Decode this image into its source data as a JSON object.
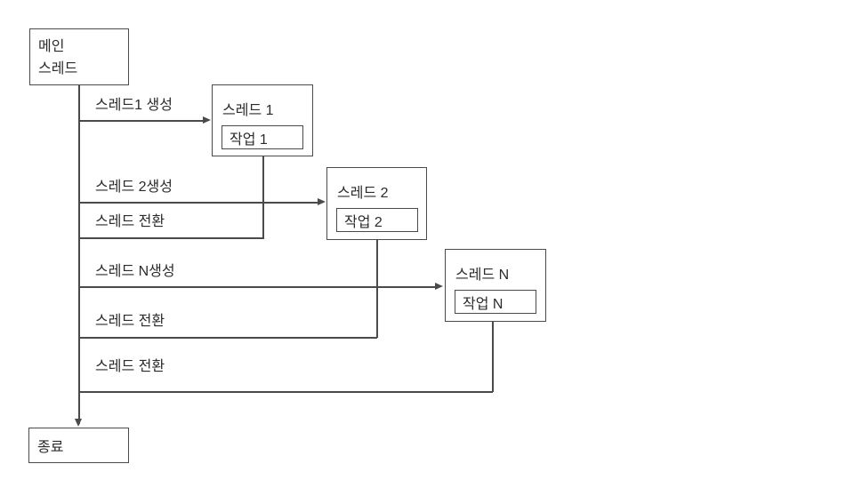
{
  "diagram": {
    "main_thread": {
      "label_line1": "메인",
      "label_line2": "스레드"
    },
    "threads": [
      {
        "title": "스레드 1",
        "task": "작업 1"
      },
      {
        "title": "스레드 2",
        "task": "작업 2"
      },
      {
        "title": "스레드 N",
        "task": "작업 N"
      }
    ],
    "edges": [
      {
        "label": "스레드1 생성"
      },
      {
        "label": "스레드 2생성"
      },
      {
        "label": "스레드 전환"
      },
      {
        "label": "스레드 N생성"
      },
      {
        "label": "스레드 전환"
      },
      {
        "label": "스레드 전환"
      }
    ],
    "end_box": {
      "label": "종료"
    },
    "colors": {
      "line": "#4a4a4a",
      "text": "#2b2b2b",
      "background": "#ffffff"
    }
  }
}
